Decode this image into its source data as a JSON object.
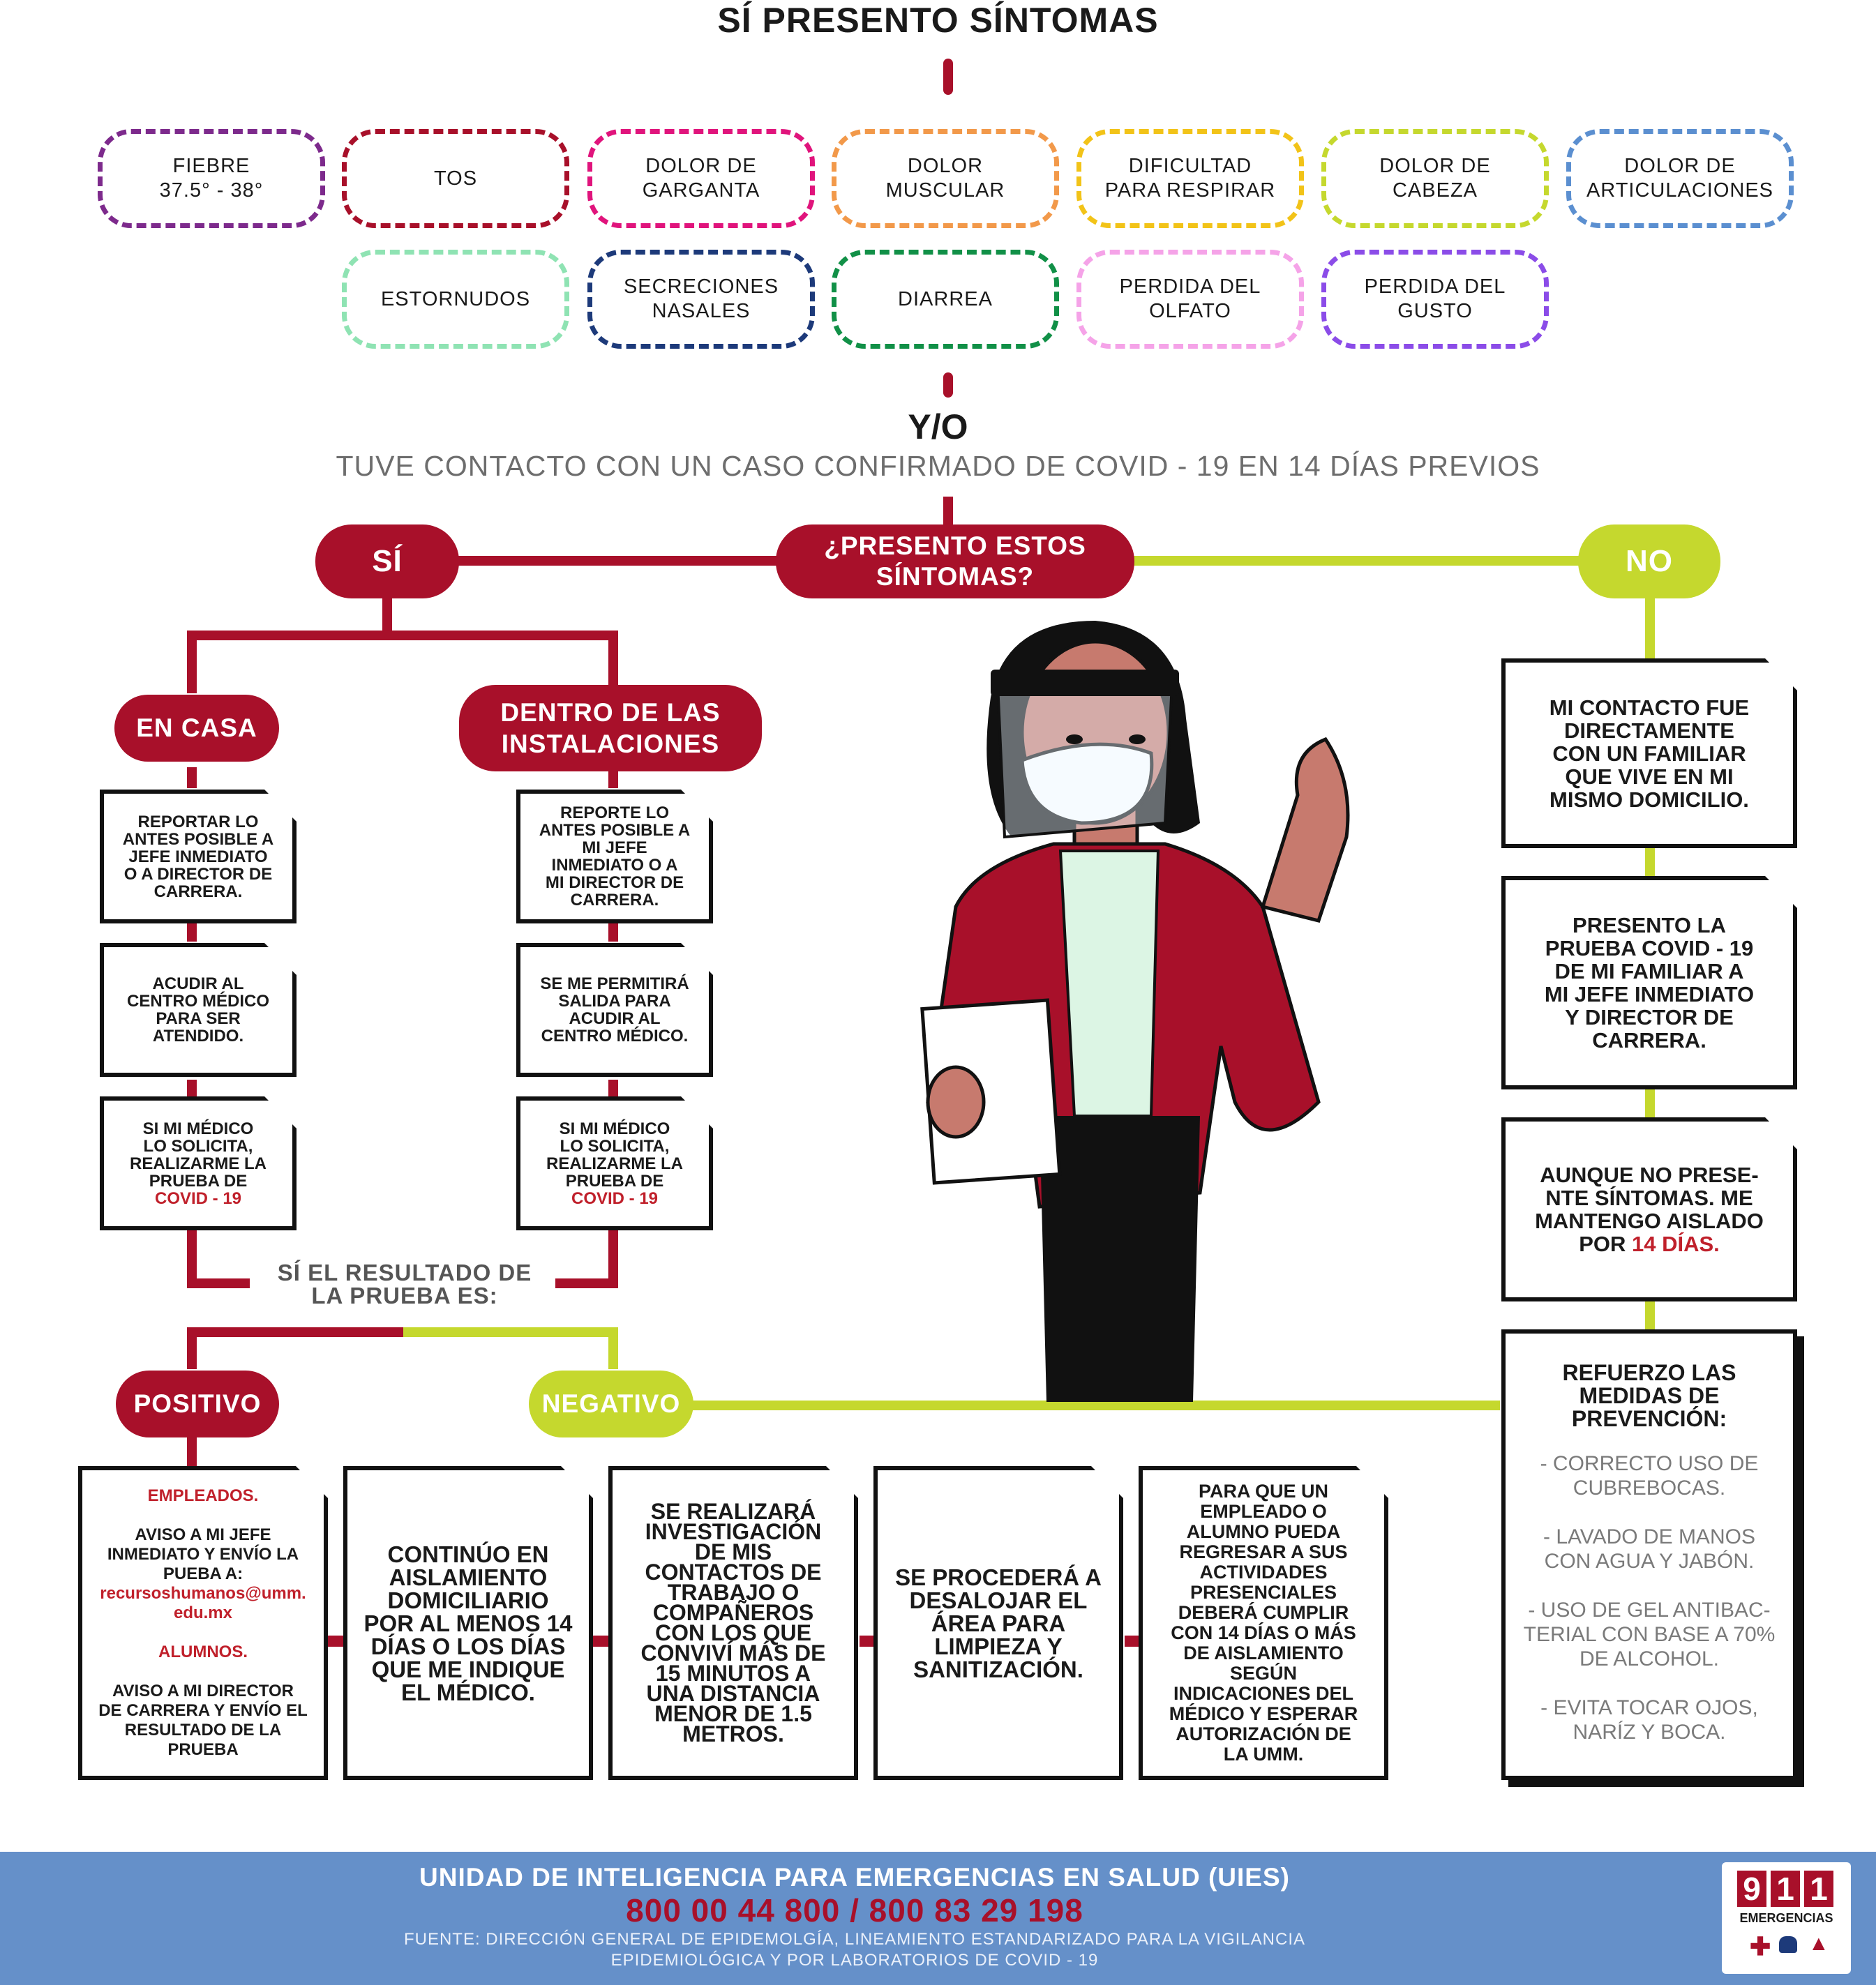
{
  "title": "SÍ PRESENTO SÍNTOMAS",
  "symptoms": [
    {
      "label": "FIEBRE\n37.5° - 38°",
      "color": "#7d2a8c"
    },
    {
      "label": "TOS",
      "color": "#a8102a"
    },
    {
      "label": "DOLOR DE\nGARGANTA",
      "color": "#e0147c"
    },
    {
      "label": "DOLOR\nMUSCULAR",
      "color": "#f2994a"
    },
    {
      "label": "DIFICULTAD\nPARA RESPIRAR",
      "color": "#f2c318"
    },
    {
      "label": "DOLOR DE\nCABEZA",
      "color": "#c5d82e"
    },
    {
      "label": "DOLOR DE\nARTICULACIONES",
      "color": "#5b8fd0"
    },
    {
      "label": "ESTORNUDOS",
      "color": "#8fe3b3"
    },
    {
      "label": "SECRECIONES\nNASALES",
      "color": "#1d3a7a"
    },
    {
      "label": "DIARREA",
      "color": "#119047"
    },
    {
      "label": "PERDIDA DEL\nOLFATO",
      "color": "#f5a3e8"
    },
    {
      "label": "PERDIDA DEL\nGUSTO",
      "color": "#8b4ce8"
    }
  ],
  "y_o": "Y/O",
  "contact_text": "TUVE CONTACTO CON UN CASO CONFIRMADO DE COVID - 19 EN 14 DÍAS PREVIOS",
  "question": "¿PRESENTO ESTOS\nSÍNTOMAS?",
  "yes": "SÍ",
  "no": "NO",
  "en_casa": {
    "title": "EN CASA",
    "steps": [
      "REPORTAR LO\nANTES POSIBLE A\nJEFE INMEDIATO\nO A DIRECTOR DE\nCARRERA.",
      "ACUDIR AL\nCENTRO MÉDICO\nPARA SER\nATENDIDO.",
      "SI MI MÉDICO\nLO SOLICITA,\nREALIZARME LA\nPRUEBA DE"
    ],
    "covid": "COVID - 19"
  },
  "instalaciones": {
    "title": "DENTRO DE LAS\nINSTALACIONES",
    "steps": [
      "REPORTE LO\nANTES POSIBLE A\nMI  JEFE\nINMEDIATO O A\nMI DIRECTOR DE\nCARRERA.",
      "SE ME PERMITIRÁ\nSALIDA PARA\nACUDIR AL\nCENTRO MÉDICO.",
      "SI MI MÉDICO\nLO SOLICITA,\nREALIZARME LA\nPRUEBA DE"
    ],
    "covid": "COVID - 19"
  },
  "result_label": "SÍ EL RESULTADO DE\nLA PRUEBA ES:",
  "positivo": "POSITIVO",
  "negativo": "NEGATIVO",
  "positive_note": {
    "empleados": "EMPLEADOS.",
    "empleados_text": "AVISO A MI JEFE\nINMEDIATO Y ENVÍO LA\nPUEBA A:",
    "email": "recursoshumanos@umm.\nedu.mx",
    "alumnos": "ALUMNOS.",
    "alumnos_text": "AVISO A MI DIRECTOR\nDE CARRERA Y ENVÍO EL\nRESULTADO DE LA\nPRUEBA"
  },
  "bottom_steps": [
    "CONTINÚO EN\nAISLAMIENTO\nDOMICILIARIO\nPOR AL MENOS 14\nDÍAS O LOS DÍAS\nQUE ME INDIQUE\nEL MÉDICO.",
    "SE REALIZARÁ\nINVESTIGACIÓN\nDE MIS\nCONTACTOS DE\nTRABAJO O\nCOMPAÑEROS\nCON LOS QUE\nCONVIVÍ MÁS DE\n15 MINUTOS A\nUNA DISTANCIA\nMENOR DE 1.5\nMETROS.",
    "SE PROCEDERÁ A\nDESALOJAR EL\nÁREA PARA\nLIMPIEZA Y\nSANITIZACIÓN.",
    "PARA QUE UN\nEMPLEADO O\nALUMNO PUEDA\nREGRESAR A SUS\nACTIVIDADES\nPRESENCIALES\nDEBERÁ CUMPLIR\nCON 14 DÍAS O MÁS\nDE AISLAMIENTO\nSEGÚN\nINDICACIONES DEL\nMÉDICO Y ESPERAR\nAUTORIZACIÓN DE\nLA UMM."
  ],
  "no_steps": [
    "MI CONTACTO FUE\nDIRECTAMENTE\nCON UN FAMILIAR\nQUE VIVE EN MI\nMISMO DOMICILIO.",
    "PRESENTO LA\nPRUEBA COVID - 19\nDE MI FAMILIAR A\nMI JEFE INMEDIATO\nY DIRECTOR DE\nCARRERA."
  ],
  "isolation": {
    "text": "AUNQUE NO PRESE-\nNTE SÍNTOMAS. ME\nMANTENGO AISLADO\nPOR",
    "highlight": "14 DÍAS."
  },
  "prevention": {
    "title": "REFUERZO LAS\nMEDIDAS DE\nPREVENCIÓN:",
    "items": [
      "- CORRECTO USO DE\nCUBREBOCAS.",
      "- LAVADO DE MANOS\nCON AGUA Y JABÓN.",
      "- USO DE GEL ANTIBAC-\nTERIAL CON BASE A 70%\nDE ALCOHOL.",
      "- EVITA TOCAR OJOS,\nNARÍZ Y BOCA."
    ]
  },
  "footer": {
    "title": "UNIDAD DE INTELIGENCIA PARA EMERGENCIAS EN SALUD (UIES)",
    "phones": "800 00 44 800 / 800 83 29 198",
    "source": "FUENTE: DIRECCIÓN GENERAL DE EPIDEMOLGÍA, LINEAMIENTO ESTANDARIZADO PARA LA VIGILANCIA\nEPIDEMIOLÓGICA Y POR LABORATORIOS DE COVID - 19"
  },
  "logo": {
    "number_digits": [
      "9",
      "1",
      "1"
    ],
    "label": "EMERGENCIAS"
  },
  "colors": {
    "red": "#a8102a",
    "lime": "#c5d82e",
    "footer": "#6590c9"
  }
}
